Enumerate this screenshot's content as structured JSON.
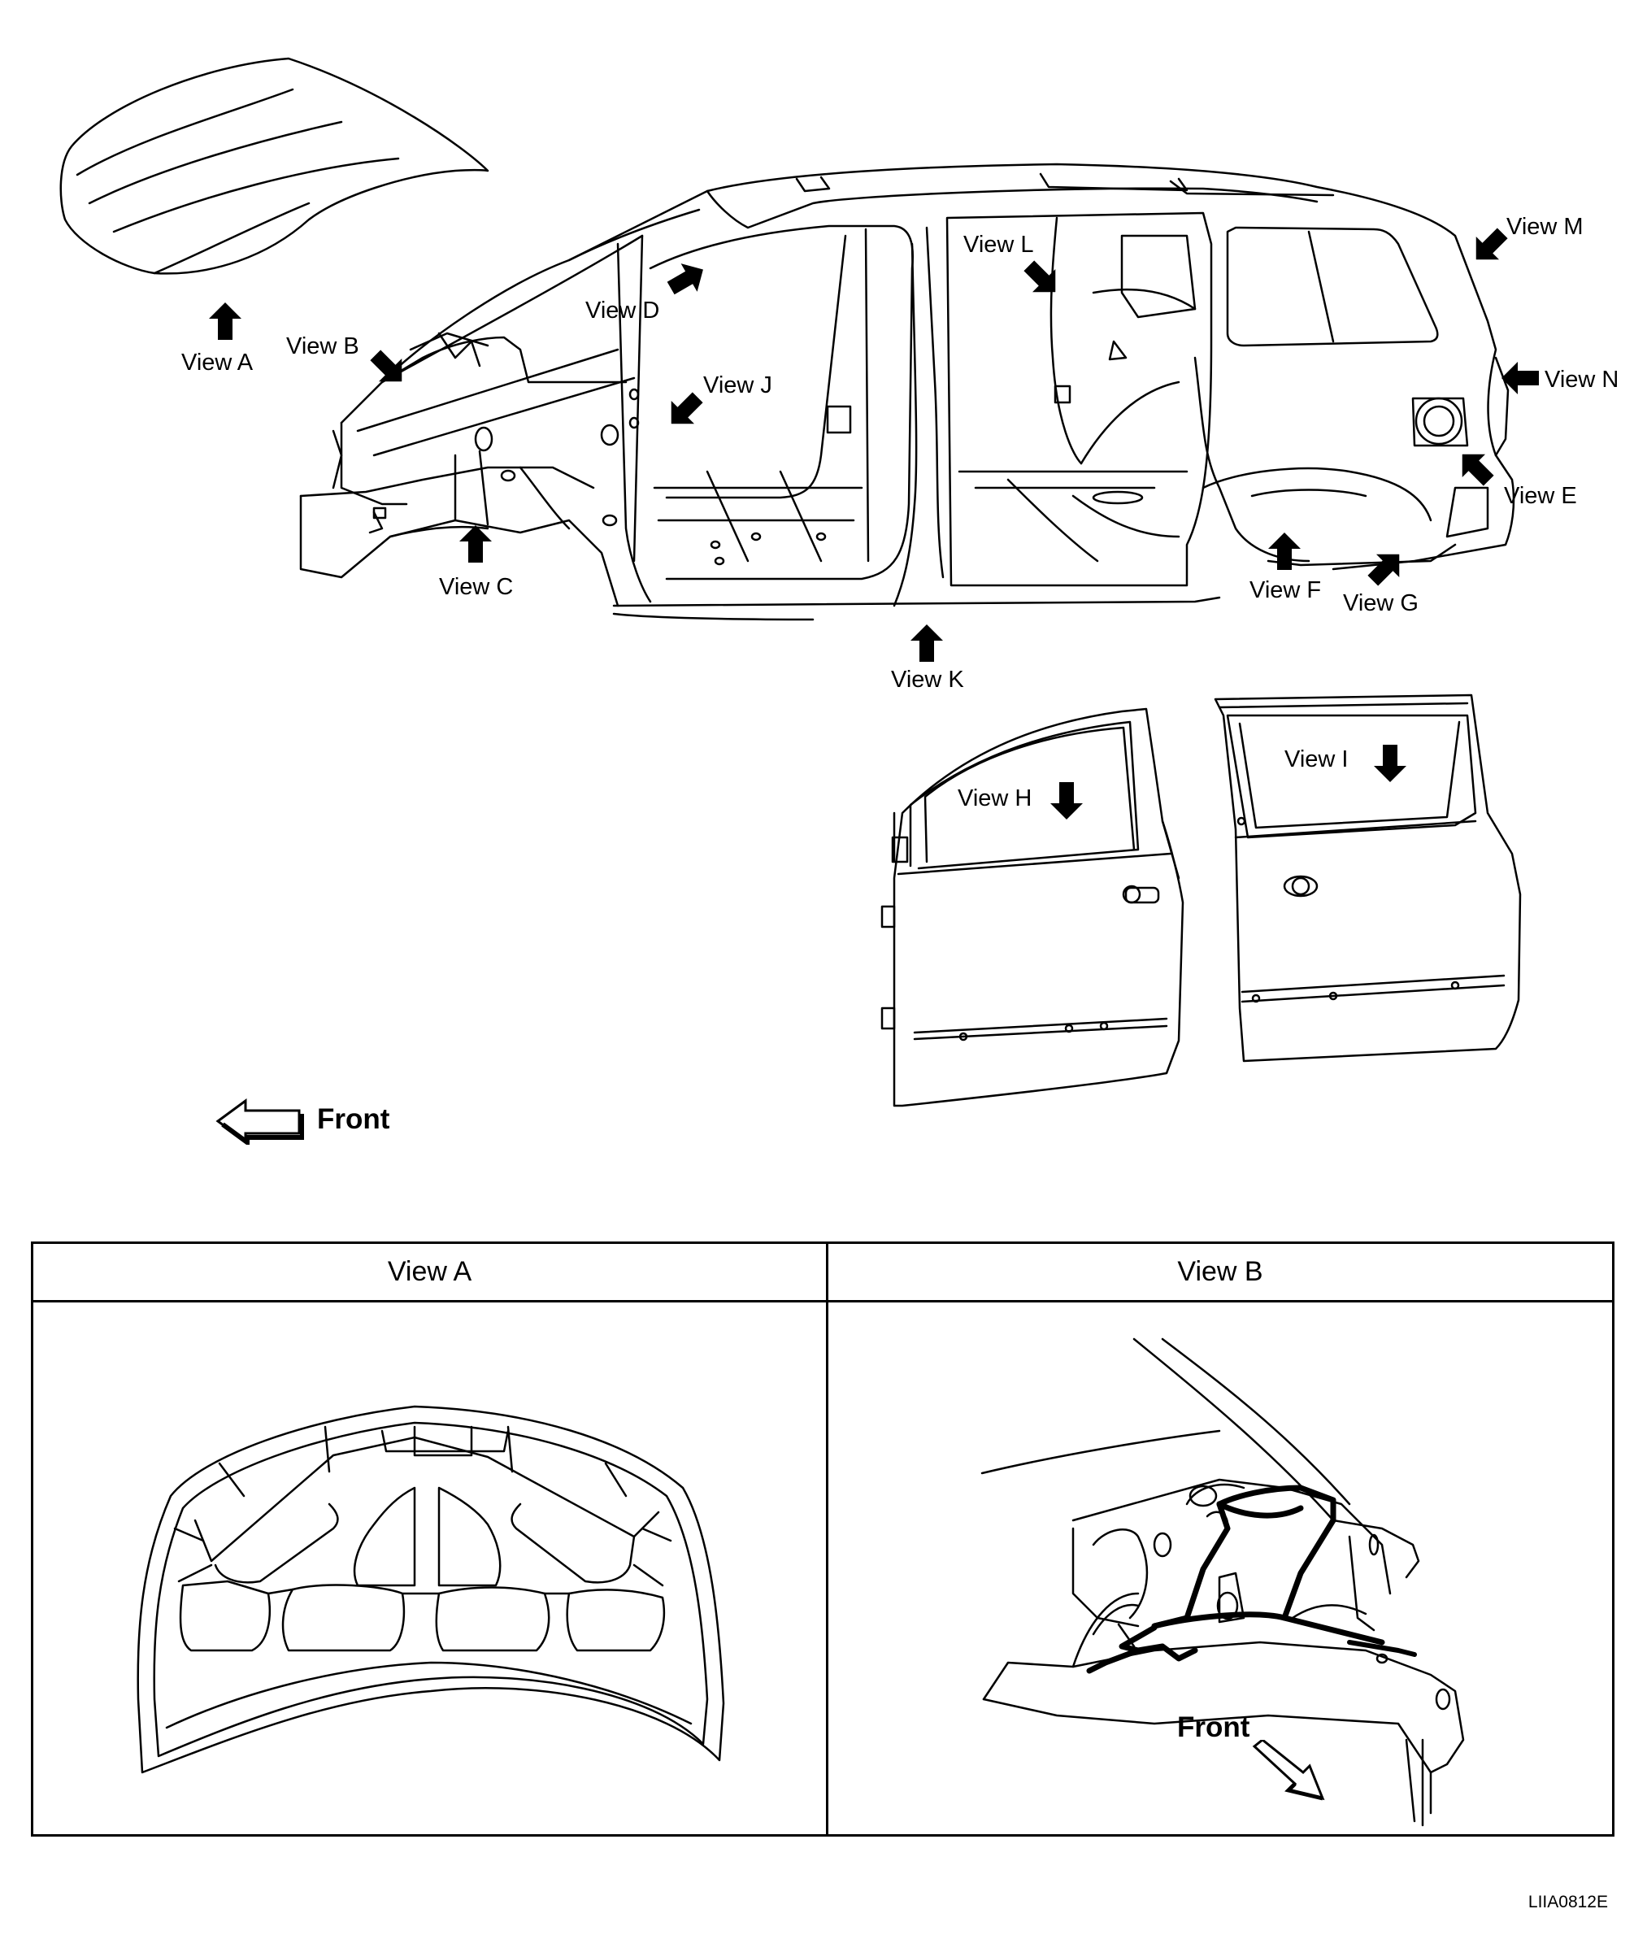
{
  "figure": {
    "code": "LIIA0812E",
    "front_label": "Front"
  },
  "callouts": {
    "a": "View A",
    "b": "View B",
    "c": "View C",
    "d": "View D",
    "e": "View E",
    "f": "View F",
    "g": "View G",
    "h": "View H",
    "i": "View I",
    "j": "View J",
    "k": "View K",
    "l": "View L",
    "m": "View M",
    "n": "View N"
  },
  "detail_table": {
    "left_header": "View A",
    "right_header": "View B",
    "right_front_label": "Front"
  },
  "icons": {
    "view_arrow": "solid-block-arrow-icon",
    "front_arrow": "hollow-arrow-left-icon"
  },
  "colors": {
    "line": "#000000",
    "background": "#ffffff"
  }
}
